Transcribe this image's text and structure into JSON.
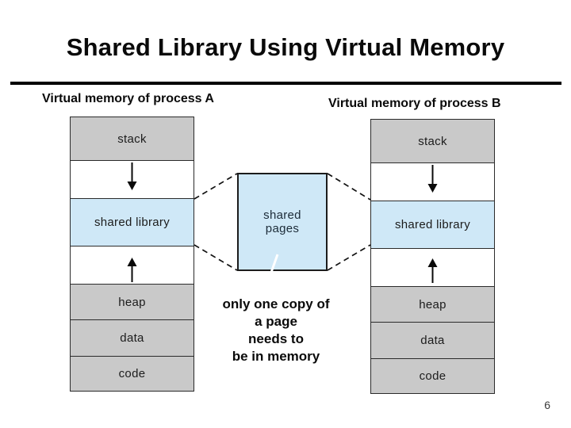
{
  "slide": {
    "title": "Shared Library Using Virtual Memory",
    "page_number": "6"
  },
  "diagram": {
    "process_a_label": "Virtual memory of process A",
    "process_b_label": "Virtual memory of process B",
    "segments": {
      "stack": "stack",
      "shared_library": "shared library",
      "heap": "heap",
      "data": "data",
      "code": "code"
    },
    "shared_pages_label": "shared\npages",
    "callout": {
      "lines": [
        "only one copy of",
        "a page",
        "needs to",
        "be in memory"
      ]
    }
  },
  "colors": {
    "segment_gray": "#c9c9c9",
    "shared_blue": "#cfe8f7",
    "border_dark": "#2b2b2b",
    "connector": "#111111",
    "leader_line": "#ffffff",
    "title_text": "#0a0a0a"
  }
}
